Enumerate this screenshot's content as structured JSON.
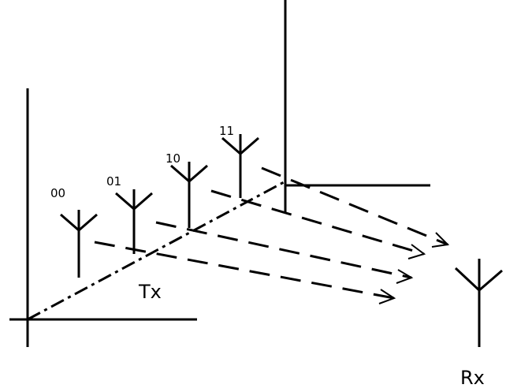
{
  "diagram": {
    "transmitter_label": "Tx",
    "receiver_label": "Rx",
    "antenna_labels": [
      "00",
      "01",
      "10",
      "11"
    ]
  }
}
